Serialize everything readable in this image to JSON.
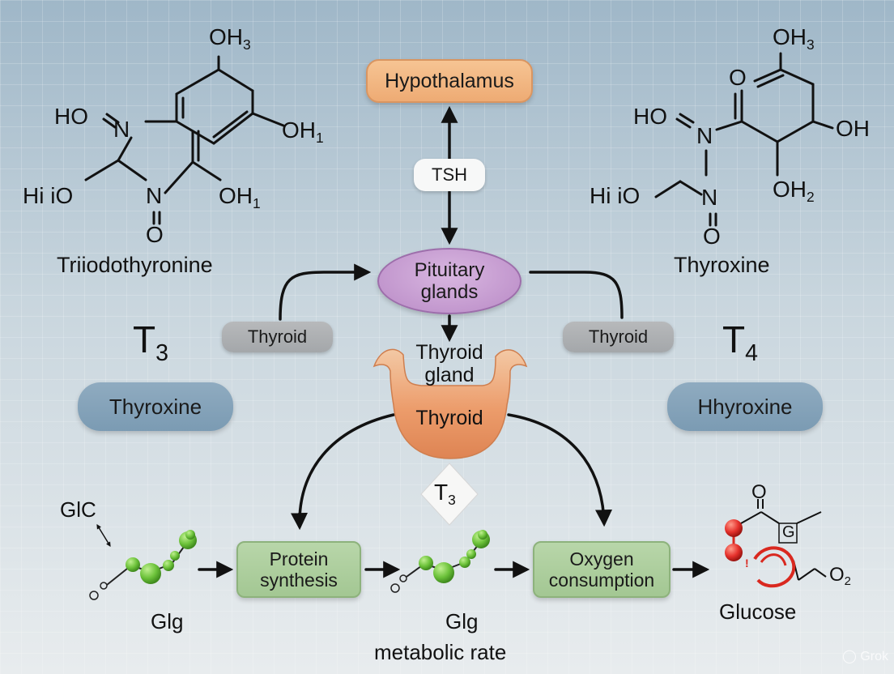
{
  "top": {
    "hypothalamus": "Hypothalamus",
    "tsh": "TSH",
    "pituitary_line1": "Pituitary",
    "pituitary_line2": "glands"
  },
  "left_side": {
    "molecule_name": "Triiodothyronine",
    "atoms": {
      "oh3_base": "OH",
      "oh3_sub": "3",
      "ho_n": "HO",
      "n1": "N",
      "oh1a_base": "OH",
      "oh1a_sub": "1",
      "hi_io": "Hi iO",
      "n2": "N",
      "oh1b_base": "OH",
      "oh1b_sub": "1",
      "o_bottom": "O"
    },
    "t_base": "T",
    "t_sub": "3",
    "thyroid_pill": "Thyroid",
    "thyroxine_pill": "Thyroxine"
  },
  "right_side": {
    "molecule_name": "Thyroxine",
    "atoms": {
      "oh3_base": "OH",
      "oh3_sub": "3",
      "o_keto": "O",
      "ho_n": "HO",
      "n1": "N",
      "oh": "OH",
      "hi_io": "Hi iO",
      "n2": "N",
      "oh2_base": "OH",
      "oh2_sub": "2",
      "o_bottom": "O"
    },
    "t_base": "T",
    "t_sub": "4",
    "thyroid_pill": "Thyroid",
    "hhyroxine_pill": "Hhyroxine"
  },
  "gland": {
    "label_line1": "Thyroid",
    "label_line2": "gland",
    "body_label": "Thyroid",
    "diamond_base": "T",
    "diamond_sub": "3"
  },
  "bottom": {
    "glc_label": "GlC",
    "glg_left": "Glg",
    "protein_line1": "Protein",
    "protein_line2": "synthesis",
    "glg_middle": "Glg",
    "metabolic_rate": "metabolic rate",
    "oxygen_line1": "Oxygen",
    "oxygen_line2": "consumption",
    "glucose": "Glucose",
    "glucose_atoms": {
      "o_top": "O",
      "g_box": "G",
      "o2_base": "O",
      "o2_sub": "2"
    }
  },
  "watermark": "Grok",
  "colors": {
    "hypothalamus": "#f0b27c",
    "pituitary": "#c9a0d4",
    "thyroid_gland": "#ec9c6b",
    "green_box": "#aacd9b",
    "blue_pill": "#859fb6",
    "gray_pill": "#aeb1b4",
    "molecule_green": "#6cc23a",
    "molecule_red": "#e5312c"
  }
}
